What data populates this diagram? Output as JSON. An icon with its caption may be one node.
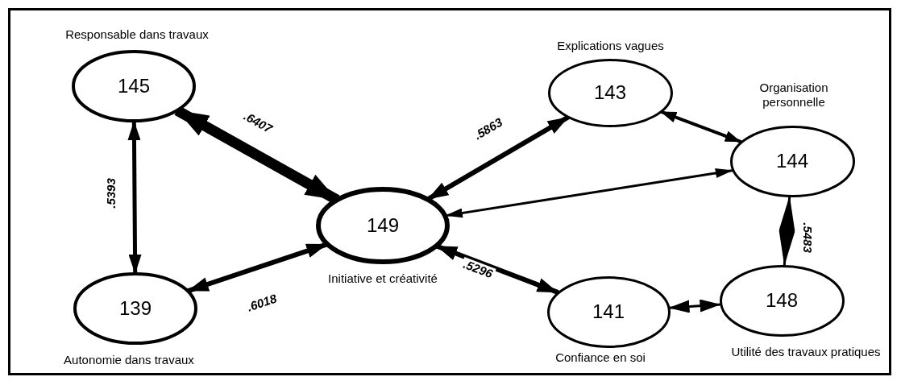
{
  "diagram": {
    "nodes": [
      {
        "text": [
          "145"
        ],
        "beside": [
          "Responsable dans travaux"
        ]
      },
      {
        "text": [
          "143"
        ],
        "beside": [
          "Explications vagues"
        ]
      },
      {
        "text": [
          "144"
        ],
        "beside": [
          "Organisation personnelle"
        ]
      },
      {
        "text": [
          "149"
        ],
        "beside": [
          "Initiative et créativité"
        ]
      },
      {
        "text": [
          "139"
        ],
        "beside": [
          "Autonomie dans travaux"
        ]
      },
      {
        "text": [
          "141"
        ],
        "beside": [
          "Confiance en soi"
        ]
      },
      {
        "text": [
          "148"
        ],
        "beside": [
          "Utilité des travaux pratiques"
        ]
      }
    ],
    "edges": [
      {
        "from": 0,
        "to": 3,
        "arrow": "both",
        "label": ".6407",
        "style": "thick"
      },
      {
        "from": 0,
        "to": 4,
        "arrow": "both",
        "label": ".5393"
      },
      {
        "from": 3,
        "to": 1,
        "arrow": "both",
        "label": ".5863"
      },
      {
        "from": 1,
        "to": 2,
        "arrow": "both"
      },
      {
        "from": 3,
        "to": 2,
        "arrow": "both"
      },
      {
        "from": 4,
        "to": 3,
        "arrow": "both",
        "label": ".6018"
      },
      {
        "from": 3,
        "to": 5,
        "arrow": "both",
        "label": ".5296"
      },
      {
        "from": 2,
        "to": 6,
        "arrow": "both",
        "label": ".5483"
      },
      {
        "from": 5,
        "to": 6,
        "arrow": "both"
      }
    ]
  }
}
